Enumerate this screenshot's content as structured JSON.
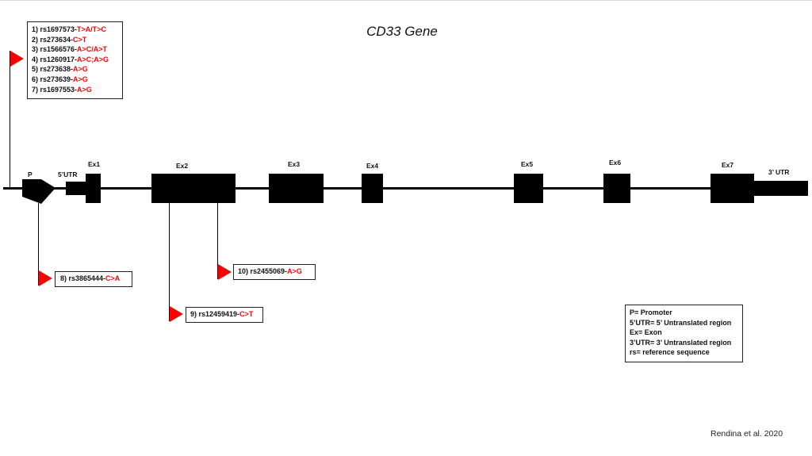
{
  "title": "CD33 Gene",
  "labels": {
    "promoter": "P",
    "utr5": "5’UTR",
    "ex1": "Ex1",
    "ex2": "Ex2",
    "ex3": "Ex3",
    "ex4": "Ex4",
    "ex5": "Ex5",
    "ex6": "Ex6",
    "ex7": "Ex7",
    "utr3": "3’ UTR"
  },
  "snp_group": [
    {
      "id": "1) rs1697573-",
      "alt": "T>A/T>C"
    },
    {
      "id": "2) rs273634-",
      "alt": "C>T"
    },
    {
      "id": "3) rs1566576-",
      "alt": "A>C/A>T"
    },
    {
      "id": "4) rs1260917-",
      "alt": "A>C;A>G"
    },
    {
      "id": "5) rs273638-",
      "alt": "A>G"
    },
    {
      "id": "6) rs273639-",
      "alt": "A>G"
    },
    {
      "id": "7) rs1697553-",
      "alt": "A>G"
    }
  ],
  "snp8": {
    "id": "8) rs3865444-",
    "alt": "C>A"
  },
  "snp9": {
    "id": "9) rs12459419-",
    "alt": "C>T"
  },
  "snp10": {
    "id": "10) rs2455069-",
    "alt": "A>G"
  },
  "legend": [
    "P= Promoter",
    "5’UTR= 5’ Untranslated region",
    "Ex= Exon",
    "3’UTR= 3’ Untranslated region",
    "rs= reference sequence"
  ],
  "credit": "Rendina et al. 2020",
  "colors": {
    "flag": "#ff0000",
    "gene": "#000000"
  }
}
